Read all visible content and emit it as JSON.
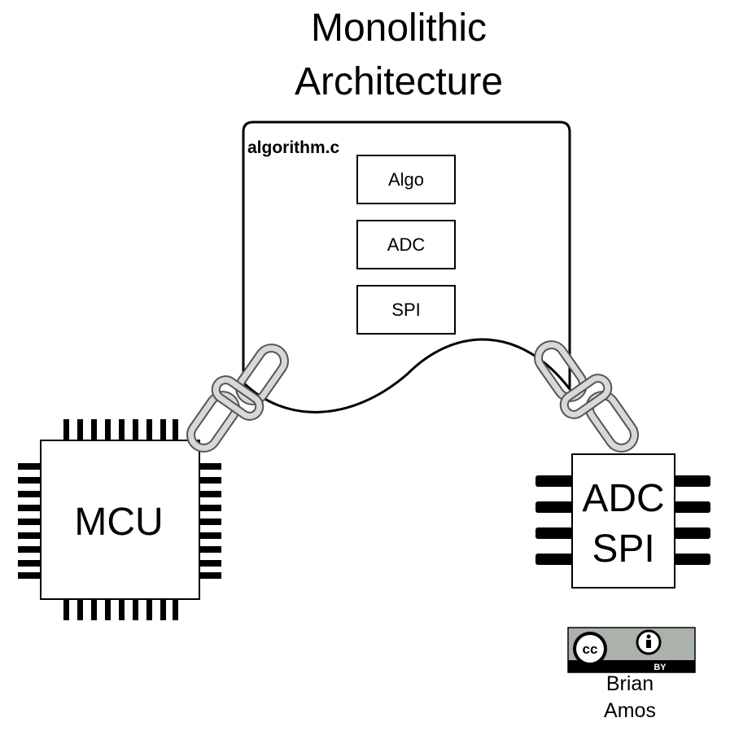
{
  "title": {
    "line1": "Monolithic",
    "line2": "Architecture"
  },
  "file": {
    "name": "algorithm.c",
    "modules": [
      "Algo",
      "ADC",
      "SPI"
    ]
  },
  "mcu": {
    "label": "MCU"
  },
  "peripheral": {
    "line1": "ADC",
    "line2": "SPI"
  },
  "license": {
    "icons": [
      "cc-icon",
      "attribution-icon"
    ],
    "badge_text": "BY",
    "cc_text": "cc",
    "author_line1": "Brian",
    "author_line2": "Amos"
  }
}
